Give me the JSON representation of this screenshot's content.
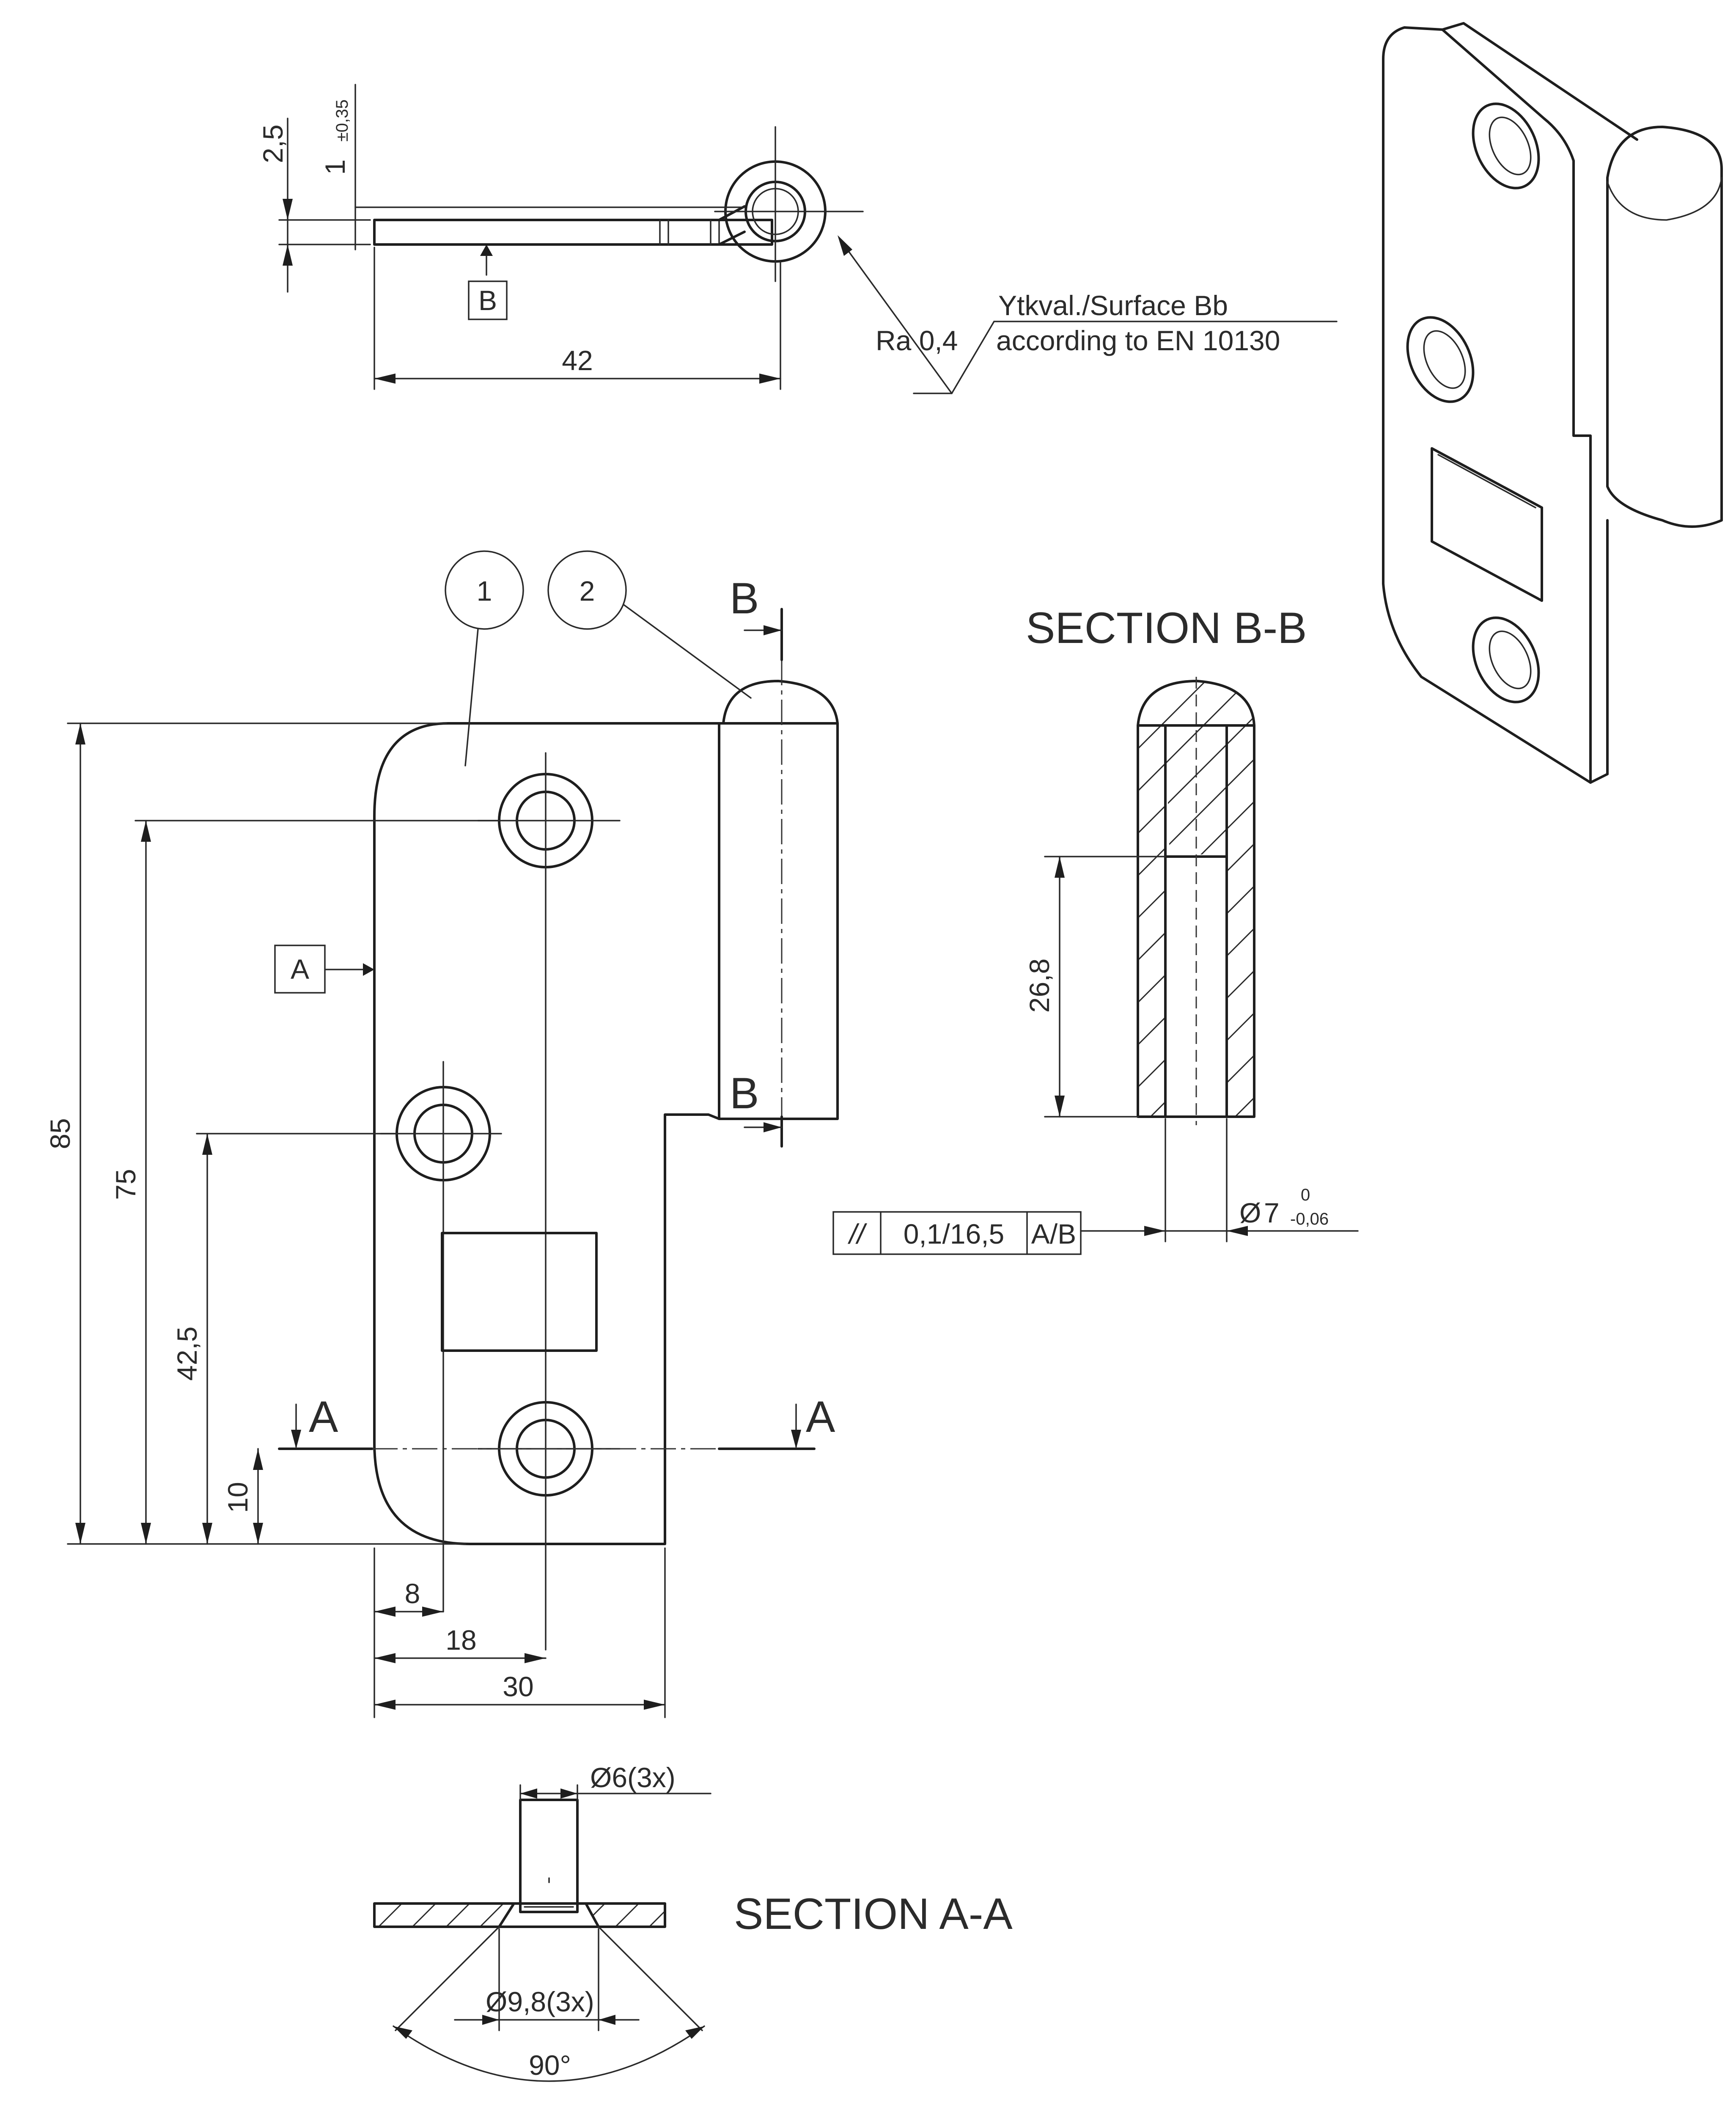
{
  "colors": {
    "ink": "#1e1e1e",
    "text": "#2b2b2b",
    "background": "#ffffff"
  },
  "top_view": {
    "dim_thickness": "2,5",
    "dim_tolerance_main": "1",
    "dim_tolerance_sub": "±0,35",
    "dim_width": "42",
    "datum_b": "B",
    "surface_line1": "Ytkval./Surface Bb",
    "surface_line2": "according to EN 10130",
    "roughness": "Ra 0,4"
  },
  "main_view": {
    "balloon_1": "1",
    "balloon_2": "2",
    "datum_a": "A",
    "section_b_top": "B",
    "section_b_bottom": "B",
    "section_a_left": "A",
    "section_a_right": "A",
    "dim_85": "85",
    "dim_75": "75",
    "dim_42_5": "42,5",
    "dim_10": "10",
    "dim_8": "8",
    "dim_18": "18",
    "dim_30": "30"
  },
  "section_bb": {
    "title": "SECTION B-B",
    "dim_26_8": "26,8",
    "dia_symbol": "Ø",
    "dia_value": "7",
    "tol_upper": "0",
    "tol_lower": "-0,06",
    "fcf_symbol": "//",
    "fcf_tolerance": "0,1/16,5",
    "fcf_datum": "A/B"
  },
  "section_aa": {
    "title": "SECTION A-A",
    "dia_small": "Ø6(3x)",
    "dia_large": "Ø9,8(3x)",
    "angle": "90°"
  }
}
